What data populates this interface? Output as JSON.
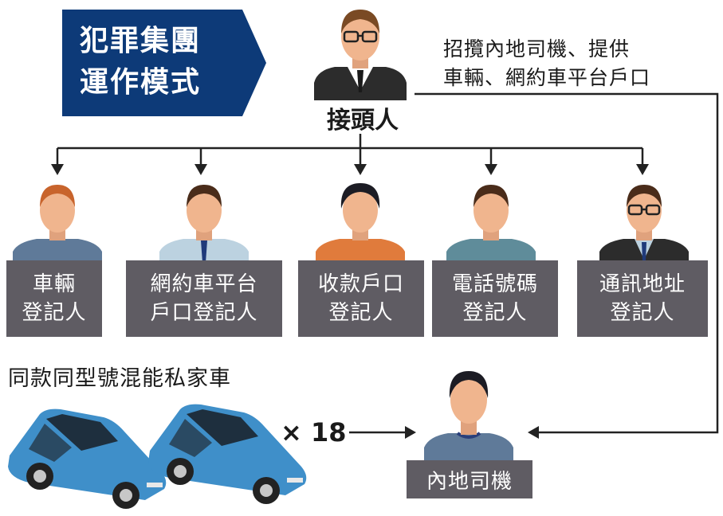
{
  "title": {
    "line1": "犯罪集團",
    "line2": "運作模式"
  },
  "boss": {
    "label": "接頭人",
    "note_line1": "招攬內地司機、提供",
    "note_line2": "車輛、網約車平台戶口"
  },
  "roles": [
    {
      "line1": "車輛",
      "line2": "登記人"
    },
    {
      "line1": "網約車平台",
      "line2": "戶口登記人"
    },
    {
      "line1": "收款戶口",
      "line2": "登記人"
    },
    {
      "line1": "電話號碼",
      "line2": "登記人"
    },
    {
      "line1": "通訊地址",
      "line2": "登記人"
    }
  ],
  "cars": {
    "caption": "同款同型號混能私家車",
    "multiplier": "× 18"
  },
  "driver": {
    "label": "內地司機"
  },
  "colors": {
    "banner": "#0d3a78",
    "box": "#5f5c63",
    "car": "#3f8fc9",
    "line": "#222222"
  }
}
